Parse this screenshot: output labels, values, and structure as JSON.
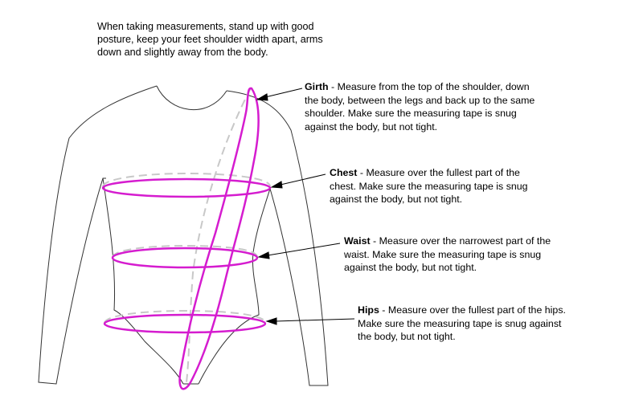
{
  "intro": "When taking measurements, stand up with good posture, keep your feet shoulder width apart, arms down and slightly away from the body.",
  "measurements": [
    {
      "key": "girth",
      "term": "Girth",
      "separator": " - ",
      "text": "Measure from the top of the shoulder, down the body, between the legs and back up to the same shoulder.  Make sure the measuring tape is snug against the body, but not tight."
    },
    {
      "key": "chest",
      "term": "Chest",
      "separator": " - ",
      "text": "Measure over the fullest part of the chest.  Make sure the measuring tape is snug against the body, but not tight."
    },
    {
      "key": "waist",
      "term": "Waist",
      "separator": " - ",
      "text": "Measure over the narrowest part of the waist.  Make sure the measuring tape is snug against the body, but not tight."
    },
    {
      "key": "hips",
      "term": "Hips",
      "separator": " - ",
      "text": "Measure over the fullest part of the hips.  Make sure the measuring tape is snug against the body, but not tight."
    }
  ],
  "colors": {
    "tape": "#d51ccf",
    "tape_hidden": "#c8c8c8",
    "outline": "#333333",
    "text": "#000000"
  }
}
